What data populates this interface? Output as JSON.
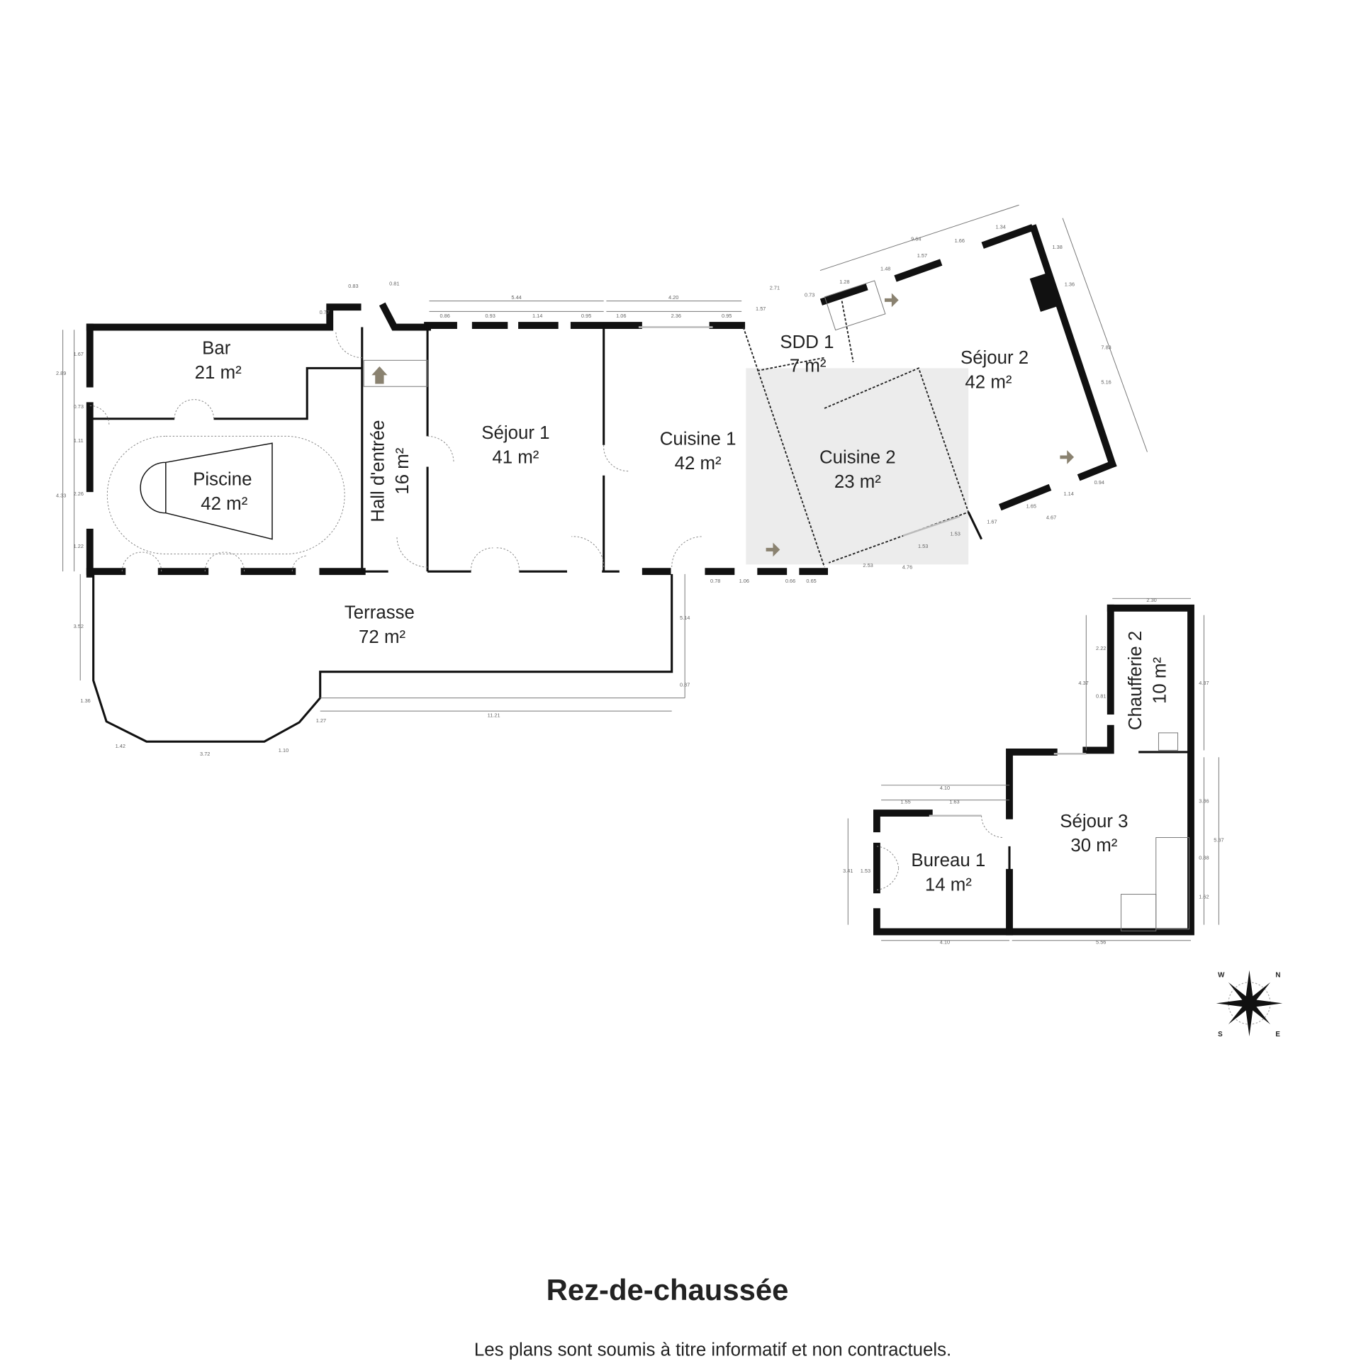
{
  "title": "Rez-de-chaussée",
  "disclaimer": "Les plans sont soumis à titre informatif et non contractuels.",
  "rooms": [
    {
      "name": "Bar",
      "area": "21 m²"
    },
    {
      "name": "Piscine",
      "area": "42 m²"
    },
    {
      "name": "Hall d'entrée",
      "area": "16 m²"
    },
    {
      "name": "Séjour 1",
      "area": "41 m²"
    },
    {
      "name": "Cuisine 1",
      "area": "42 m²"
    },
    {
      "name": "SDD 1",
      "area": "7 m²"
    },
    {
      "name": "Cuisine 2",
      "area": "23 m²"
    },
    {
      "name": "Séjour 2",
      "area": "42 m²"
    },
    {
      "name": "Terrasse",
      "area": "72 m²"
    },
    {
      "name": "Chaufferie 2",
      "area": "10 m²"
    },
    {
      "name": "Séjour 3",
      "area": "30 m²"
    },
    {
      "name": "Bureau 1",
      "area": "14 m²"
    }
  ],
  "dimensions": [
    "5.44",
    "0.86",
    "0.93",
    "1.14",
    "0.95",
    "4.20",
    "1.06",
    "2.36",
    "0.95",
    "2.71",
    "1.57",
    "9.64",
    "1.66",
    "1.34",
    "1.57",
    "1.48",
    "1.28",
    "0.73",
    "1.38",
    "1.36",
    "7.83",
    "5.16",
    "0.94",
    "1.14",
    "1.65",
    "1.67",
    "4.67",
    "1.53",
    "1.53",
    "2.53",
    "4.76",
    "0.78",
    "1.06",
    "0.66",
    "0.65",
    "1.67",
    "2.89",
    "0.73",
    "1.11",
    "4.33",
    "2.26",
    "1.22",
    "3.52",
    "5.14",
    "0.87",
    "11.21",
    "1.36",
    "1.42",
    "3.72",
    "1.10",
    "1.27",
    "0.83",
    "0.81",
    "0.77",
    "2.30",
    "2.22",
    "4.37",
    "0.81",
    "4.37",
    "4.10",
    "1.55",
    "1.63",
    "3.41",
    "1.53",
    "3.86",
    "5.37",
    "0.88",
    "1.62",
    "4.10",
    "5.56"
  ],
  "compass": {
    "n": "N",
    "s": "S",
    "e": "E",
    "w": "W"
  }
}
